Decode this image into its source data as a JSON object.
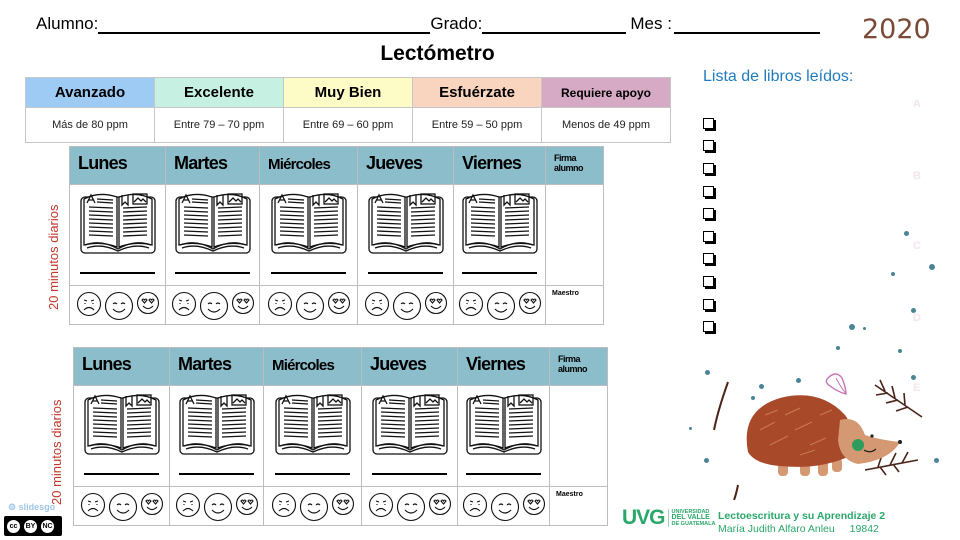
{
  "header": {
    "alumno_label": "Alumno:",
    "grado_label": "Grado:",
    "mes_label": "Mes :",
    "year": "2020",
    "title": "Lectómetro"
  },
  "levels": [
    {
      "name": "Avanzado",
      "range": "Más de 80 ppm",
      "color": "#9ecbf4"
    },
    {
      "name": "Excelente",
      "range": "Entre 79 – 70 ppm",
      "color": "#c5f0e2"
    },
    {
      "name": "Muy Bien",
      "range": "Entre 69 – 60 ppm",
      "color": "#fdfbc6"
    },
    {
      "name": "Esfuérzate",
      "range": "Entre 59 – 50 ppm",
      "color": "#f9d5c0"
    },
    {
      "name": "Requiere apoyo",
      "range": "Menos de 49 ppm",
      "color": "#d6a9c5"
    }
  ],
  "weeks": [
    {
      "side_label": "20 minutos diarios",
      "days": [
        "Lunes",
        "Martes",
        "Miércoles",
        "Jueves",
        "Viernes"
      ],
      "firma_label": "Firma alumno",
      "maestro_label": "Maestro"
    },
    {
      "side_label": "20 minutos diarios",
      "days": [
        "Lunes",
        "Martes",
        "Miércoles",
        "Jueves",
        "Viernes"
      ],
      "firma_label": "Firma alumno",
      "maestro_label": "Maestro"
    }
  ],
  "reading_list": {
    "title": "Lista de libros leídos:",
    "items": 10
  },
  "decor_letters": [
    "A",
    "B",
    "C",
    "D",
    "E"
  ],
  "footer": {
    "logo_main": "UVG",
    "logo_sub": [
      "UNIVERSIDAD",
      "DEL VALLE",
      "DE GUATEMALA"
    ],
    "course": "Lectoescritura y su Aprendizaje 2",
    "author": "María Judith Alfaro Anleu",
    "code": "19842"
  },
  "credits": {
    "slidesgo": "slidesgo",
    "license": [
      "cc",
      "BY",
      "NC"
    ]
  }
}
